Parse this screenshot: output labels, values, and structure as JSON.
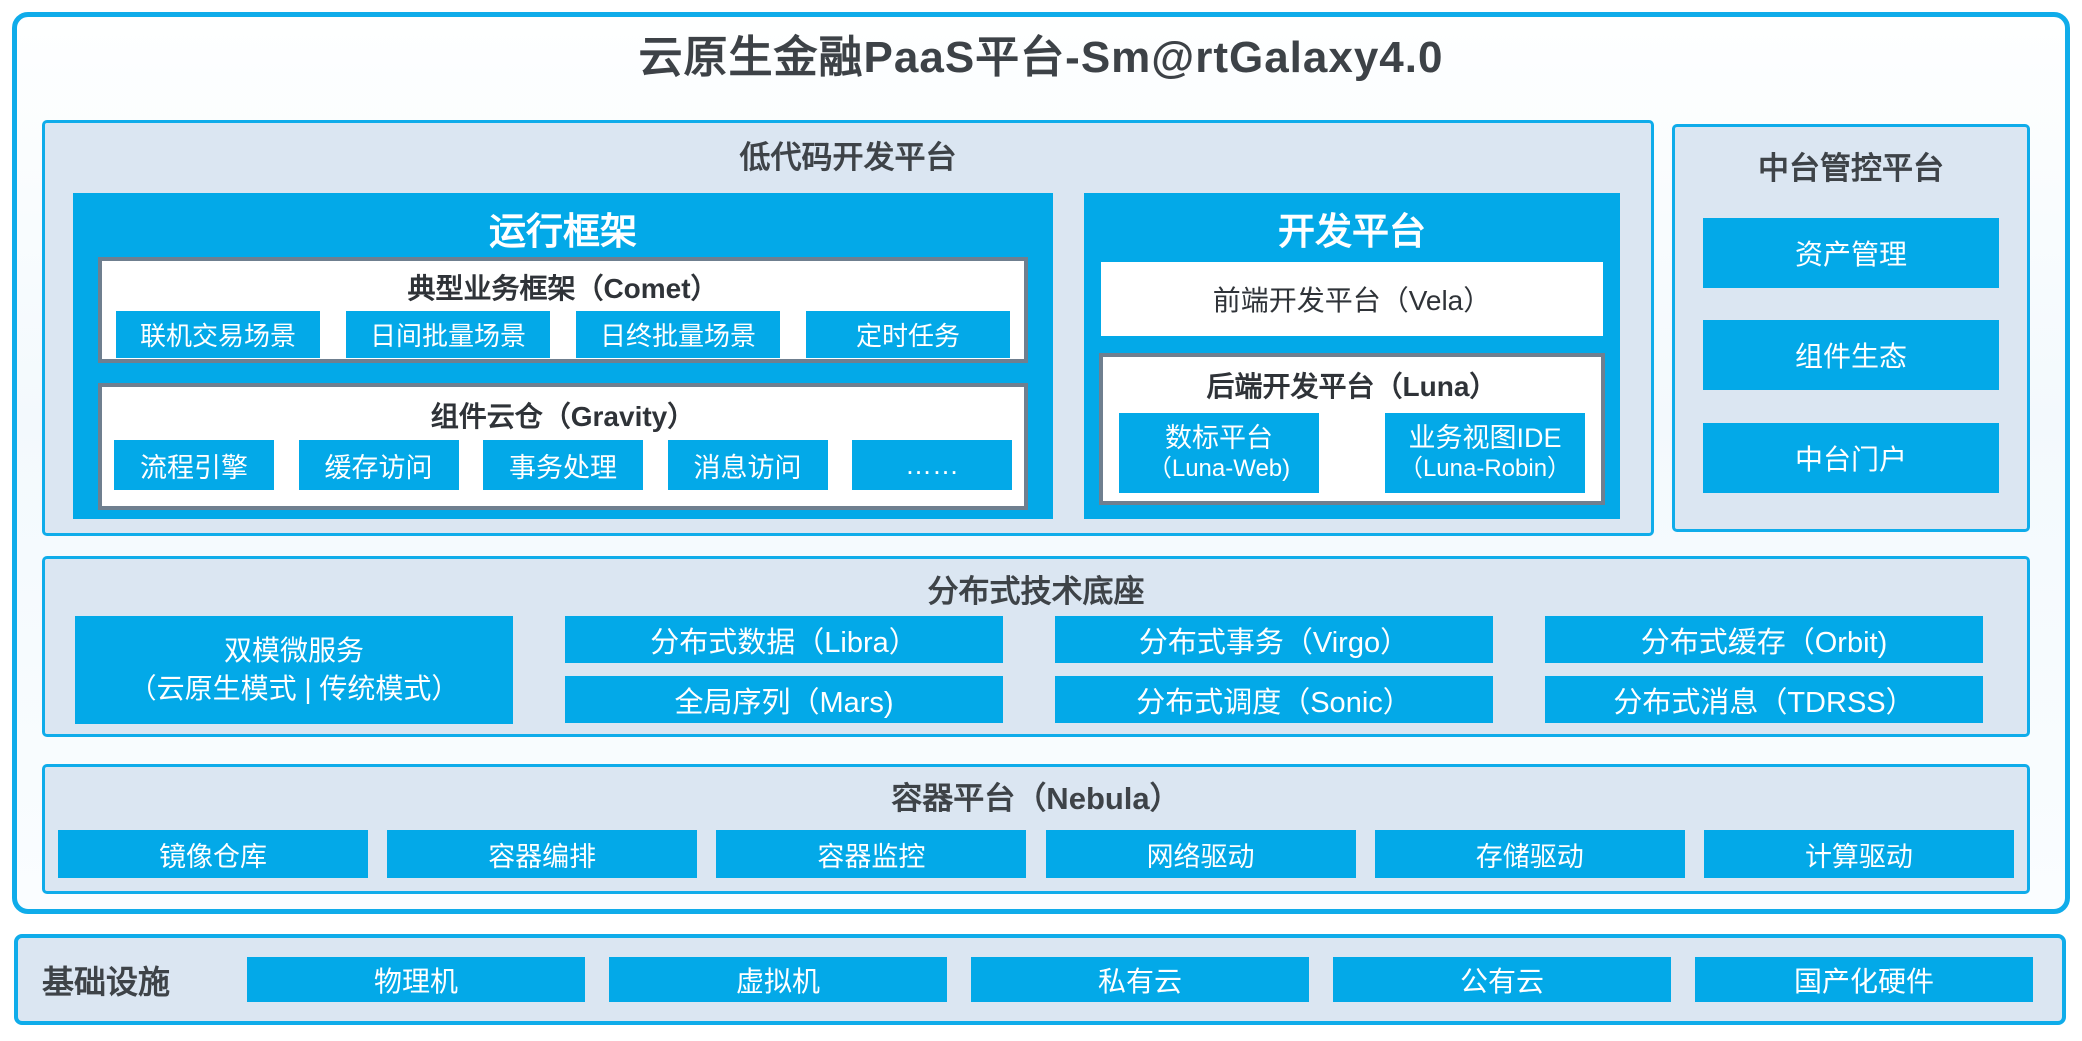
{
  "title": "云原生金融PaaS平台-Sm@rtGalaxy4.0",
  "colors": {
    "accent": "#03A9E8",
    "accent_border": "#0FACEA",
    "panel_bg": "#DBE6F2",
    "inner_gray_border": "#6F7F8F",
    "dark_text": "#3E4348"
  },
  "lowcode": {
    "title": "低代码开发平台",
    "runtime": {
      "title": "运行框架",
      "comet": {
        "title": "典型业务框架（Comet）",
        "items": [
          "联机交易场景",
          "日间批量场景",
          "日终批量场景",
          "定时任务"
        ]
      },
      "gravity": {
        "title": "组件云仓（Gravity）",
        "items": [
          "流程引擎",
          "缓存访问",
          "事务处理",
          "消息访问",
          "……"
        ]
      }
    },
    "dev": {
      "title": "开发平台",
      "vela": "前端开发平台（Vela）",
      "luna": {
        "title": "后端开发平台（Luna）",
        "items": [
          {
            "line1": "数标平台",
            "line2": "（Luna-Web)"
          },
          {
            "line1": "业务视图IDE",
            "line2": "（Luna-Robin）"
          }
        ]
      }
    }
  },
  "midplatform": {
    "title": "中台管控平台",
    "items": [
      "资产管理",
      "组件生态",
      "中台门户"
    ]
  },
  "distributed": {
    "title": "分布式技术底座",
    "dual_mode": {
      "line1": "双模微服务",
      "line2": "（云原生模式 | 传统模式）"
    },
    "columns": [
      [
        "分布式数据（Libra）",
        "全局序列（Mars)"
      ],
      [
        "分布式事务（Virgo）",
        "分布式调度（Sonic）"
      ],
      [
        "分布式缓存（Orbit)",
        "分布式消息（TDRSS）"
      ]
    ]
  },
  "container_platform": {
    "title": "容器平台（Nebula）",
    "items": [
      "镜像仓库",
      "容器编排",
      "容器监控",
      "网络驱动",
      "存储驱动",
      "计算驱动"
    ]
  },
  "infrastructure": {
    "title": "基础设施",
    "items": [
      "物理机",
      "虚拟机",
      "私有云",
      "公有云",
      "国产化硬件"
    ]
  }
}
